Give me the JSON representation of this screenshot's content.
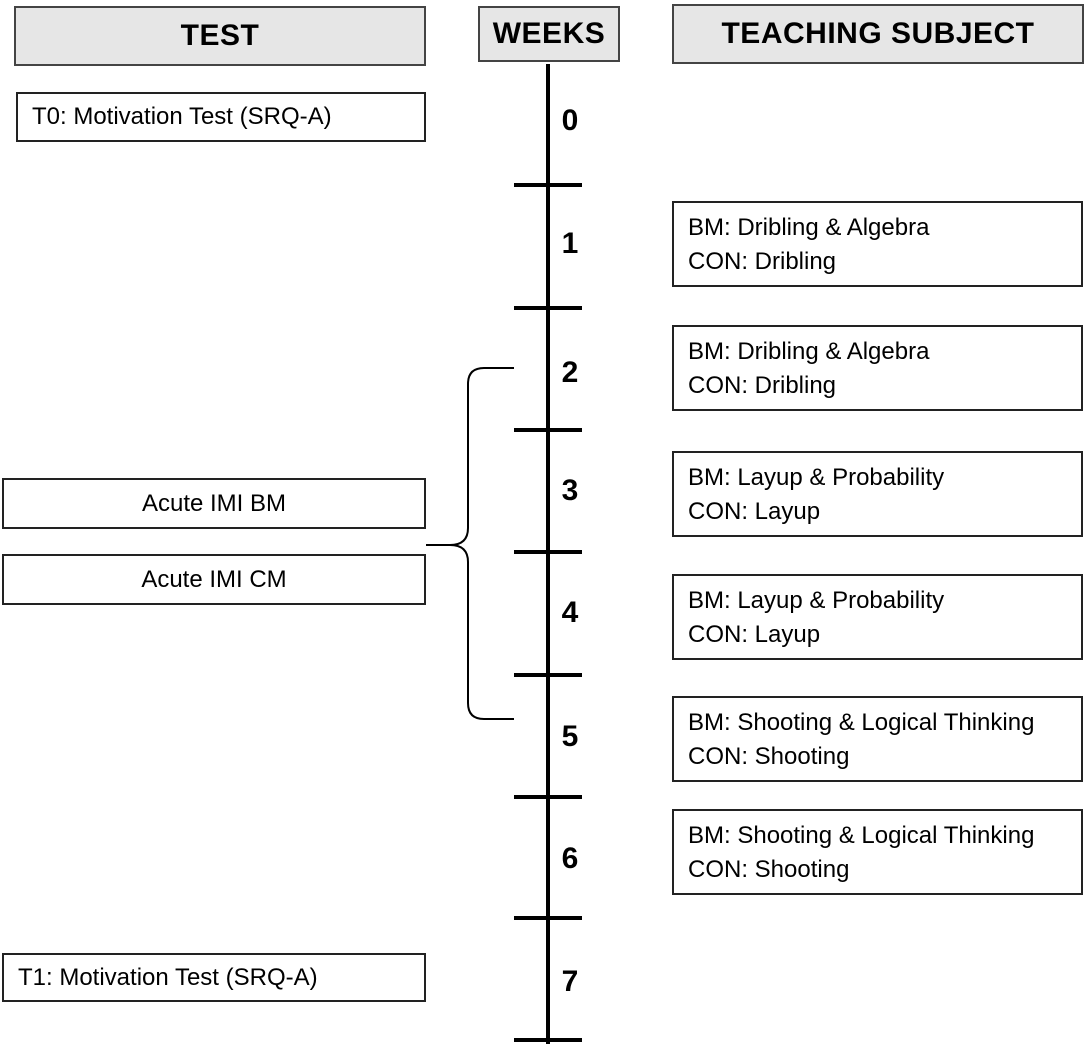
{
  "headers": {
    "test": "TEST",
    "weeks": "WEEKS",
    "subject": "TEACHING SUBJECT"
  },
  "tests": {
    "t0": "T0: Motivation Test (SRQ-A)",
    "acute_bm": "Acute IMI BM",
    "acute_cm": "Acute IMI CM",
    "t1": "T1: Motivation Test (SRQ-A)"
  },
  "weeks": [
    "0",
    "1",
    "2",
    "3",
    "4",
    "5",
    "6",
    "7"
  ],
  "subjects": [
    {
      "bm": "BM: Dribling & Algebra",
      "con": "CON: Dribling"
    },
    {
      "bm": "BM: Dribling & Algebra",
      "con": "CON: Dribling"
    },
    {
      "bm": "BM: Layup & Probability",
      "con": "CON: Layup"
    },
    {
      "bm": "BM: Layup & Probability",
      "con": "CON: Layup"
    },
    {
      "bm": "BM: Shooting & Logical Thinking",
      "con": "CON: Shooting"
    },
    {
      "bm": "BM: Shooting & Logical Thinking",
      "con": "CON: Shooting"
    }
  ]
}
